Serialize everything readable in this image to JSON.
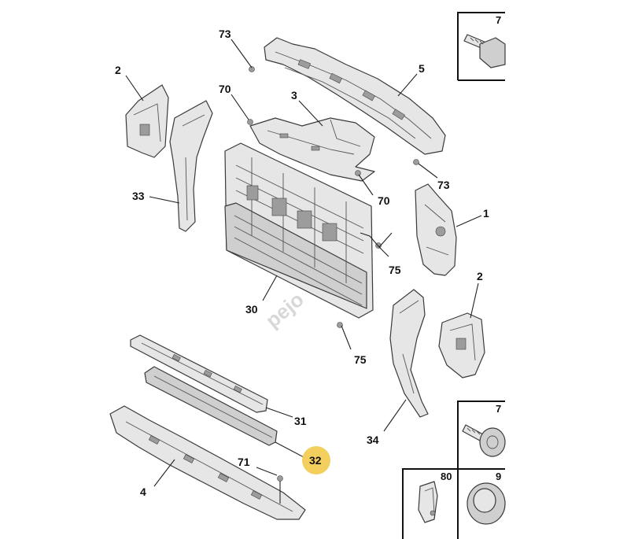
{
  "watermark": "pejo",
  "callouts": {
    "c73a": "73",
    "c2a": "2",
    "c70a": "70",
    "c3": "3",
    "c5": "5",
    "c73b": "73",
    "c70b": "70",
    "c33": "33",
    "c1": "1",
    "c75a": "75",
    "c2b": "2",
    "c30": "30",
    "c75b": "75",
    "c31": "31",
    "c32": "32",
    "c34": "34",
    "c71": "71",
    "c4": "4"
  },
  "inset_boxes": {
    "top_right": "7",
    "mid_right": "7",
    "bottom_left": "80",
    "bottom_right": "9"
  },
  "colors": {
    "highlight": "#f3cf5e",
    "part_fill": "#e6e6e6",
    "outline": "#3a3a3a"
  }
}
